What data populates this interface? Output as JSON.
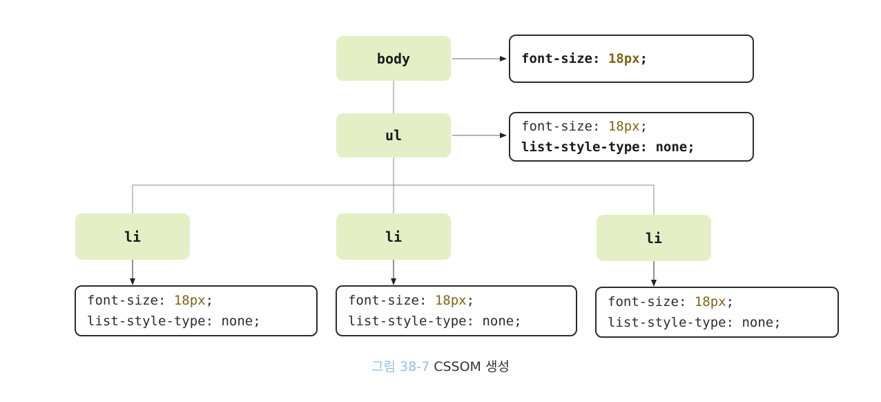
{
  "nodes": {
    "body": "body",
    "ul": "ul",
    "li_1": "li",
    "li_2": "li",
    "li_3": "li"
  },
  "styles": {
    "body": [
      {
        "prop": "font-size:",
        "value": "18px",
        "end": ";",
        "bold": true
      }
    ],
    "ul": [
      {
        "prop": "font-size:",
        "value": "18px",
        "end": ";",
        "bold": false
      },
      {
        "prop": "list-style-type: none;",
        "value": "",
        "end": "",
        "bold": true
      }
    ],
    "li_1": [
      {
        "prop": "font-size:",
        "value": "18px",
        "end": ";",
        "bold": false
      },
      {
        "prop": "list-style-type: none;",
        "value": "",
        "end": "",
        "bold": false
      }
    ],
    "li_2": [
      {
        "prop": "font-size:",
        "value": "18px",
        "end": ";",
        "bold": false
      },
      {
        "prop": "list-style-type: none;",
        "value": "",
        "end": "",
        "bold": false
      }
    ],
    "li_3": [
      {
        "prop": "font-size:",
        "value": "18px",
        "end": ";",
        "bold": false
      },
      {
        "prop": "list-style-type: none;",
        "value": "",
        "end": "",
        "bold": false
      }
    ]
  },
  "caption": {
    "figure_number": "그림 38-7",
    "title": "CSSOM 생성"
  },
  "colors": {
    "node_fill": "#e4efc6",
    "value_text": "#7d6413",
    "caption_number": "#8fc3df",
    "connector": "#8a8a8a",
    "box_border": "#2b2b2b"
  }
}
